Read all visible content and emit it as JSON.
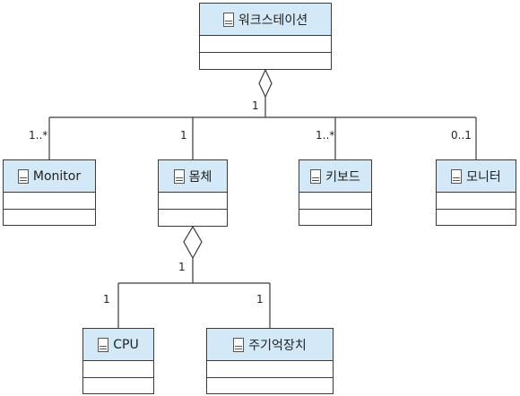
{
  "diagram": {
    "classes": {
      "workstation": "워크스테이션",
      "monitor_en": "Monitor",
      "body": "몸체",
      "keyboard": "키보드",
      "monitor_kr": "모니터",
      "cpu": "CPU",
      "main_memory": "주기억장치"
    },
    "multiplicities": {
      "workstation_end": "1",
      "monitor_en": "1..*",
      "body": "1",
      "keyboard": "1..*",
      "monitor_kr": "0..1",
      "body_end": "1",
      "cpu": "1",
      "main_memory": "1"
    },
    "relationships": [
      {
        "whole": "워크스테이션",
        "parts": [
          "Monitor",
          "몸체",
          "키보드",
          "모니터"
        ],
        "kind": "aggregation"
      },
      {
        "whole": "몸체",
        "parts": [
          "CPU",
          "주기억장치"
        ],
        "kind": "aggregation"
      }
    ]
  }
}
